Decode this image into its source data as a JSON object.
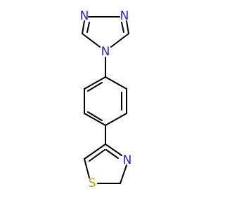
{
  "molecule": {
    "atoms": {
      "n_triazole_top_left": "N",
      "n_triazole_top_right": "N",
      "n_triazole_bottom": "N",
      "n_thiazole": "N",
      "s_thiazole": "S"
    }
  },
  "colors": {
    "bond": "#000000",
    "nitrogen": "#2222dd",
    "sulfur": "#b8a000",
    "background": "#ffffff"
  }
}
